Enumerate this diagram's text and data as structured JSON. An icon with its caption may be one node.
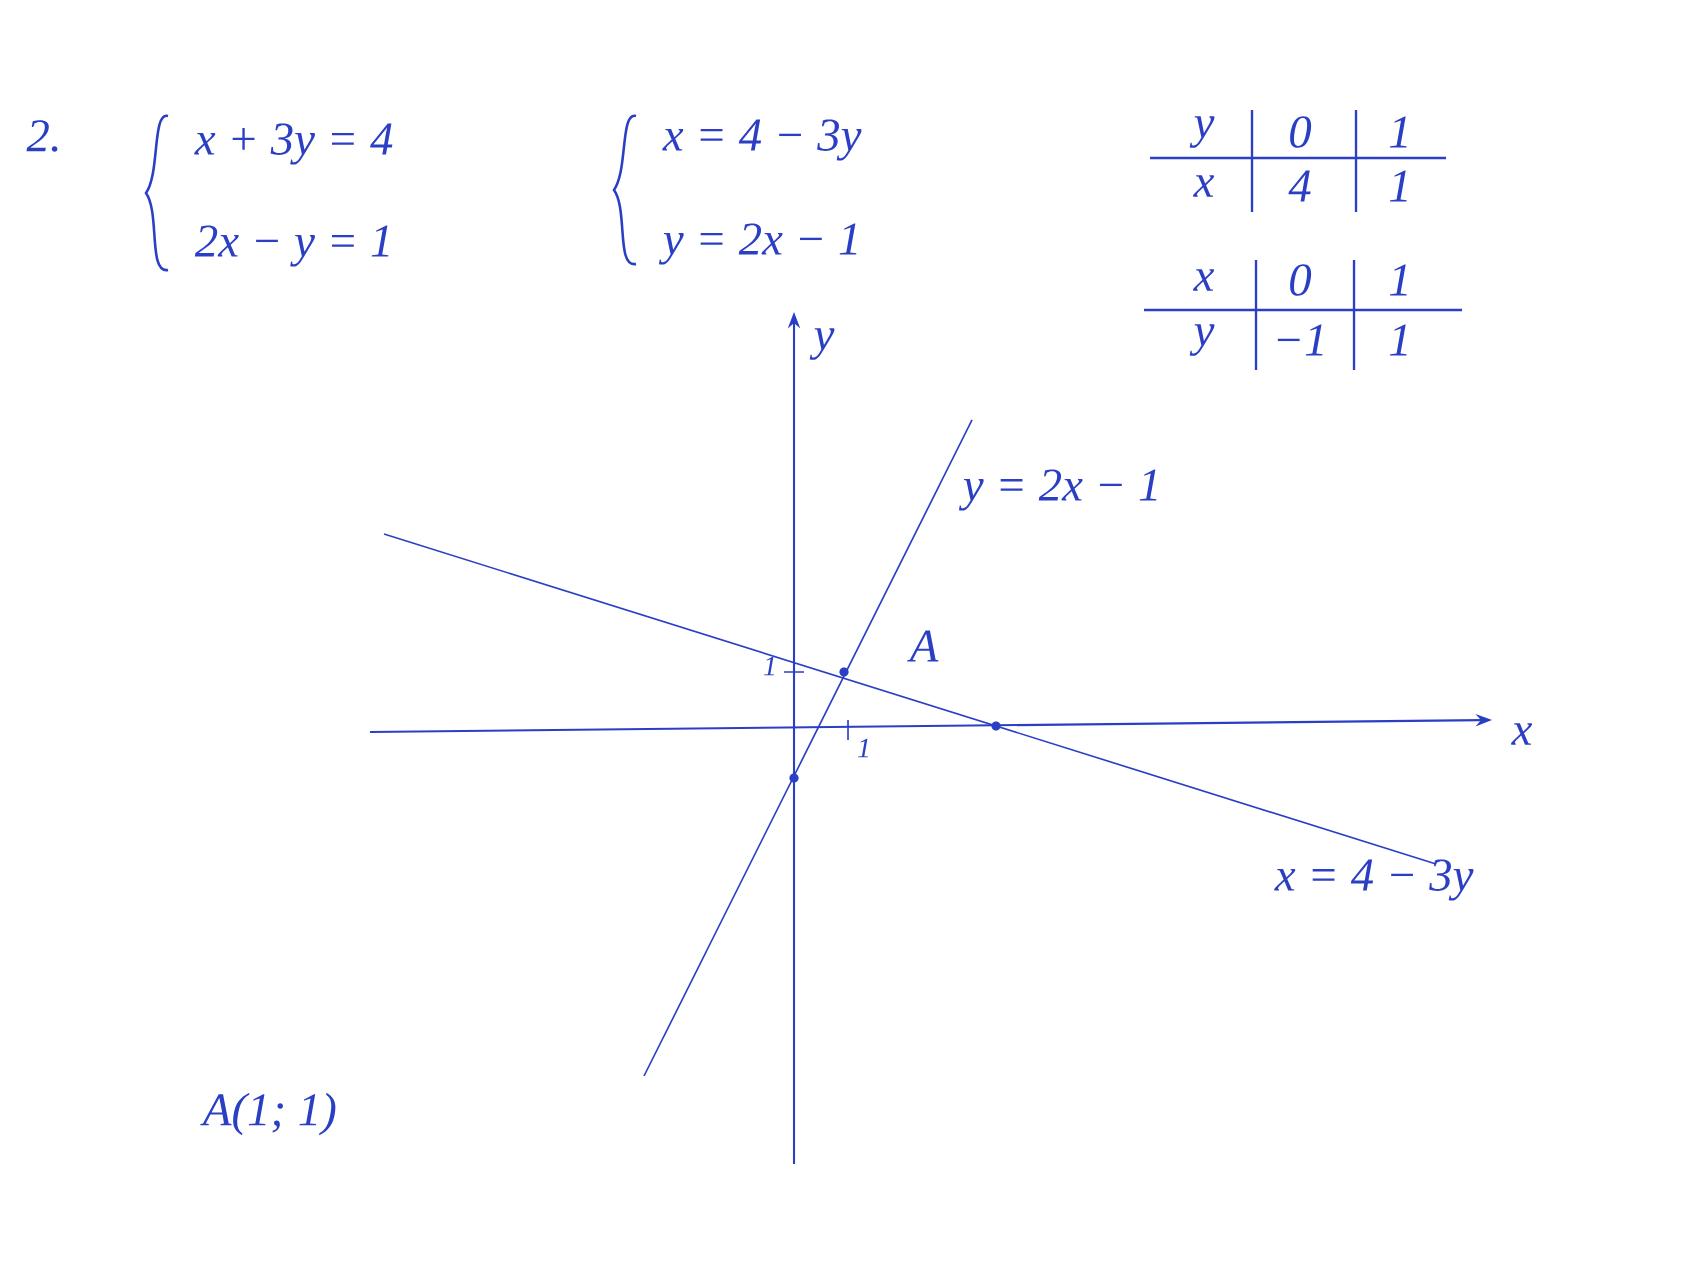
{
  "diagram": {
    "labels": [
      "2.",
      "x + 3y = 4",
      "2x − y = 1",
      "x = 4 − 3y",
      "y = 2x − 1",
      "y",
      "0",
      "1",
      "x",
      "4",
      "1",
      "x",
      "0",
      "1",
      "y",
      "y",
      "−1",
      "1",
      "x",
      "1",
      "1",
      "y = 2x − 1",
      "A",
      "x = 4 − 3y",
      "A(1; 1)"
    ]
  }
}
